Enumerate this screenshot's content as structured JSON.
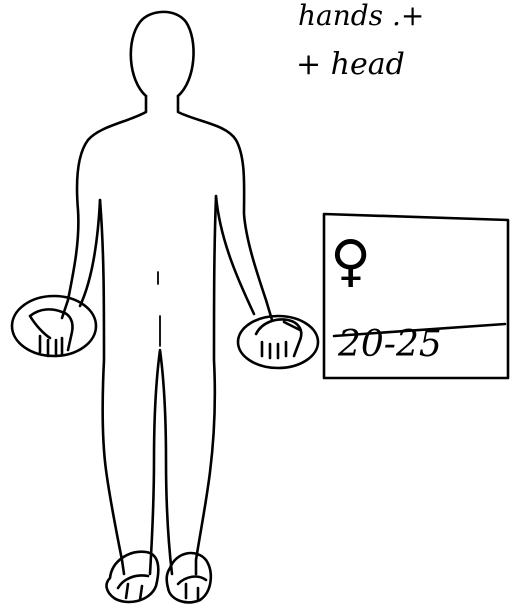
{
  "notes": {
    "line_1": "hands .+",
    "line_2": "+ head"
  },
  "info_box": {
    "sex_symbol": "♀",
    "age_range": "20-25"
  },
  "colors": {
    "ink": "#000000",
    "paper": "#ffffff"
  },
  "marked_regions": [
    "left-hand",
    "right-hand",
    "left-foot",
    "right-foot"
  ]
}
